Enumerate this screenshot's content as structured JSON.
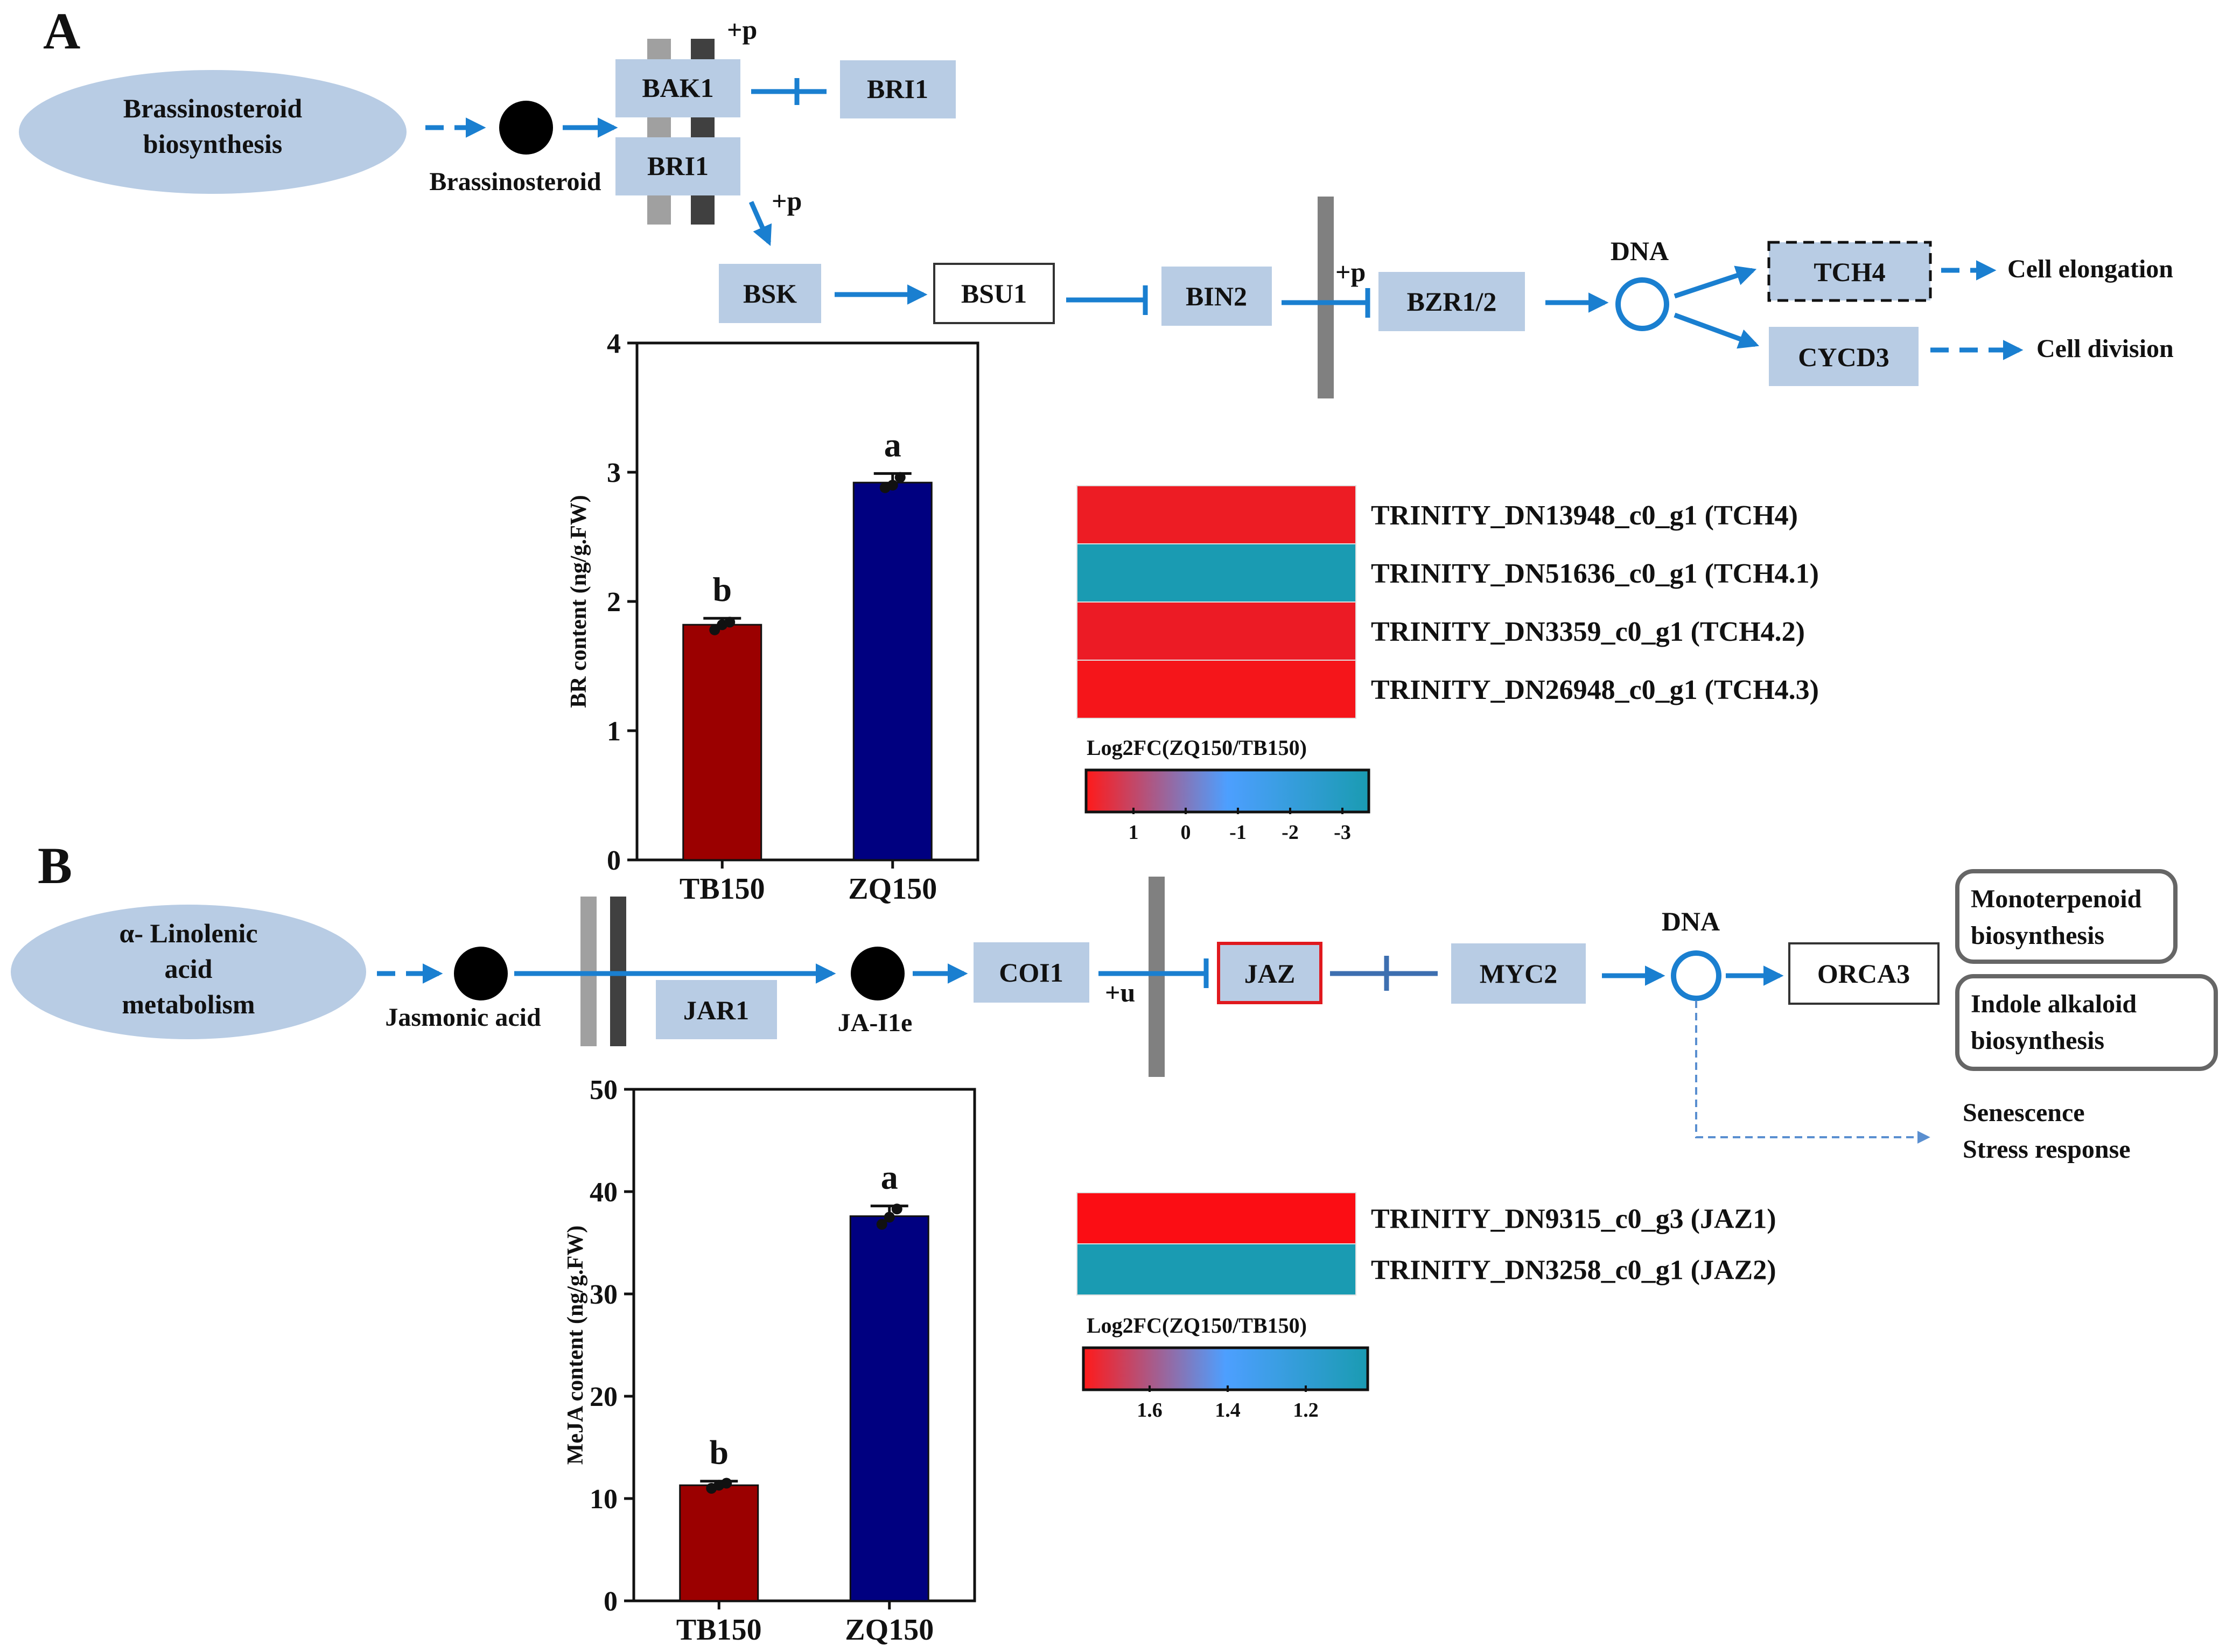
{
  "panels": {
    "a": {
      "letter": "A",
      "source": "Brassinosteroid biosynthesis",
      "compound": "Brassinosteroid",
      "phos_1": "+p",
      "phos_2": "+p",
      "phos_3": "+p",
      "nodes": {
        "bak1": "BAK1",
        "bri1_right": "BRI1",
        "bri1_lower": "BRI1",
        "bsk": "BSK",
        "bsu1": "BSU1",
        "bin2": "BIN2",
        "bzr": "BZR1/2",
        "dna": "DNA",
        "tch4": "TCH4",
        "cycd3": "CYCD3"
      },
      "outputs": {
        "cell_elongation": "Cell elongation",
        "cell_division": "Cell division"
      },
      "heatmap": {
        "rows": [
          {
            "label": "TRINITY_DN13948_c0_g1 (TCH4)",
            "color": "#ed1c24"
          },
          {
            "label": "TRINITY_DN51636_c0_g1 (TCH4.1)",
            "color": "#1a9bb2"
          },
          {
            "label": "TRINITY_DN3359_c0_g1 (TCH4.2)",
            "color": "#ec1b25"
          },
          {
            "label": "TRINITY_DN26948_c0_g1 (TCH4.3)",
            "color": "#f5151a"
          }
        ],
        "legend_title": "Log2FC(ZQ150/TB150)",
        "ticks": [
          "1",
          "0",
          "-1",
          "-2",
          "-3"
        ]
      }
    },
    "b": {
      "letter": "B",
      "source": "α- Linolenic acid metabolism",
      "compound": "Jasmonic acid",
      "conjugate": "JA-I1e",
      "ubiq": "+u",
      "nodes": {
        "jar1": "JAR1",
        "coi1": "COI1",
        "jaz": "JAZ",
        "myc2": "MYC2",
        "dna": "DNA",
        "orca3": "ORCA3"
      },
      "outputs": {
        "monoterpenoid": "Monoterpenoid biosynthesis",
        "indole": "Indole alkaloid biosynthesis",
        "senescence": "Senescence",
        "stress": "Stress response"
      },
      "heatmap": {
        "rows": [
          {
            "label": "TRINITY_DN9315_c0_g3 (JAZ1)",
            "color": "#fb0d14"
          },
          {
            "label": "TRINITY_DN3258_c0_g1 (JAZ2)",
            "color": "#1a9bb2"
          }
        ],
        "legend_title": "Log2FC(ZQ150/TB150)",
        "ticks": [
          "1.6",
          "1.4",
          "1.2"
        ]
      }
    }
  },
  "chart_data": [
    {
      "type": "bar",
      "title": "",
      "xlabel": "",
      "ylabel": "BR content (ng/g.FW)",
      "categories": [
        "TB150",
        "ZQ150"
      ],
      "values": [
        1.82,
        2.92
      ],
      "errors": [
        0.05,
        0.07
      ],
      "points": [
        [
          1.78,
          1.82,
          1.84
        ],
        [
          2.88,
          2.9,
          2.96
        ]
      ],
      "significance": [
        "b",
        "a"
      ],
      "colors": [
        "#9b0000",
        "#000080"
      ],
      "ylim": [
        0,
        4
      ],
      "yticks": [
        0,
        1,
        2,
        3,
        4
      ]
    },
    {
      "type": "bar",
      "title": "",
      "xlabel": "",
      "ylabel": "MeJA content (ng/g.FW)",
      "categories": [
        "TB150",
        "ZQ150"
      ],
      "values": [
        11.3,
        37.6
      ],
      "errors": [
        0.4,
        1.0
      ],
      "points": [
        [
          11.0,
          11.3,
          11.5
        ],
        [
          36.8,
          37.5,
          38.3
        ]
      ],
      "significance": [
        "b",
        "a"
      ],
      "colors": [
        "#9b0000",
        "#000080"
      ],
      "ylim": [
        0,
        50
      ],
      "yticks": [
        0,
        10,
        20,
        30,
        40,
        50
      ]
    }
  ]
}
